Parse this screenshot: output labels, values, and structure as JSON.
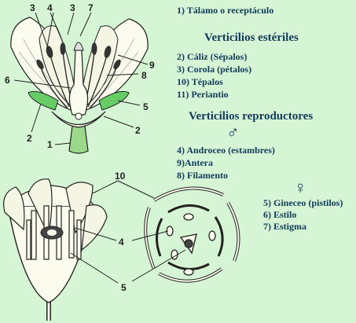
{
  "legend": {
    "talamo": "1) Tálamo o receptáculo",
    "esteriles_title": "Verticilios estériles",
    "caliz": "2) Cáliz (Sépalos)",
    "corola": "3) Corola (pétalos)",
    "tepalos": "10) Tépalos",
    "periantio": "11) Periantio",
    "reproductores_title": "Verticilios reproductores",
    "male_symbol": "♂",
    "androceo": "4) Androceo (estambres)",
    "antera": "9)Antera",
    "filamento": "8) Filamento",
    "female_symbol": "♀",
    "gineceo": "5) Gineceo (pistilos)",
    "estilo": "6) Estilo",
    "estigma": "7) Estigma"
  },
  "diagram_labels": {
    "top_flower": [
      "3",
      "4",
      "3",
      "7",
      "9",
      "6",
      "8",
      "5",
      "2",
      "2",
      "1"
    ],
    "bottom_flower": [
      "10",
      "4",
      "5"
    ]
  },
  "colors": {
    "background": "#d5f5d5",
    "text": "#123a5a",
    "sepal_green": "#66cc66",
    "stem_green": "#9bd889",
    "petal_fill": "#fbfbee",
    "outline": "#222222"
  }
}
